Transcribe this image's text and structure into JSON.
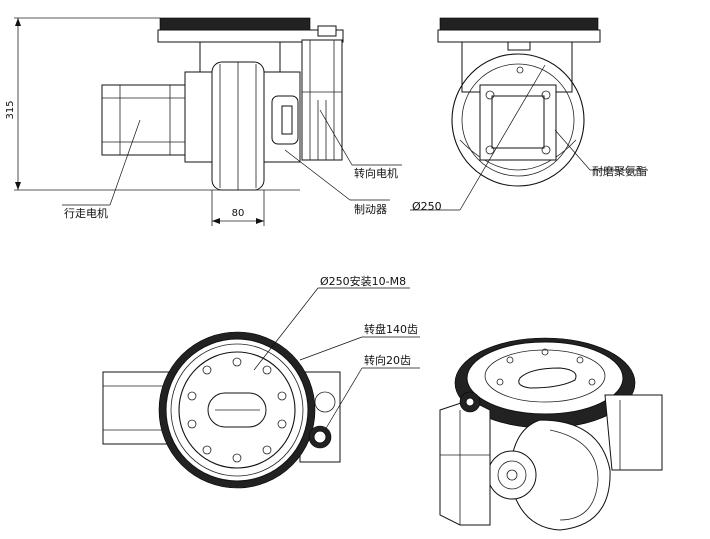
{
  "labels": {
    "overall_height": "315",
    "wheel_width": "80",
    "drive_motor": "行走电机",
    "steering_motor": "转向电机",
    "brake": "制动器",
    "wheel_diameter": "Ø250",
    "wear_pu": "耐磨聚氨酯",
    "mount_spec": "Ø250安装10-M8",
    "turntable_teeth": "转盘140齿",
    "steering_teeth": "转向20齿"
  },
  "colors": {
    "line": "#111111",
    "background": "#ffffff"
  }
}
